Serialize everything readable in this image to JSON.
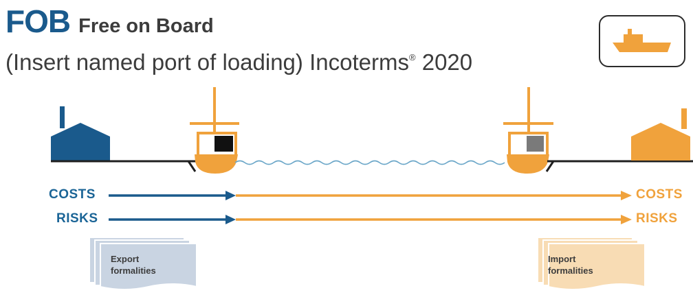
{
  "title": {
    "abbreviation": "FOB",
    "full_name": "Free on Board"
  },
  "subtitle": {
    "text": "(Insert named port of loading) Incoterms",
    "mark": "®",
    "year": "2020"
  },
  "transport_mode_icon": "ship-icon",
  "labels": {
    "seller_costs": "COSTS",
    "seller_risks": "RISKS",
    "buyer_costs": "COSTS",
    "buyer_risks": "RISKS"
  },
  "documents": {
    "export_line1": "Export",
    "export_line2": "formalities",
    "import_line1": "Import",
    "import_line2": "formalities"
  },
  "colors": {
    "seller": "#1a5a8c",
    "buyer": "#f0a23c",
    "text": "#3c3c3c",
    "water": "#6aa6c8",
    "export_doc": "#c9d4e2",
    "import_doc": "#f8dcb4"
  }
}
